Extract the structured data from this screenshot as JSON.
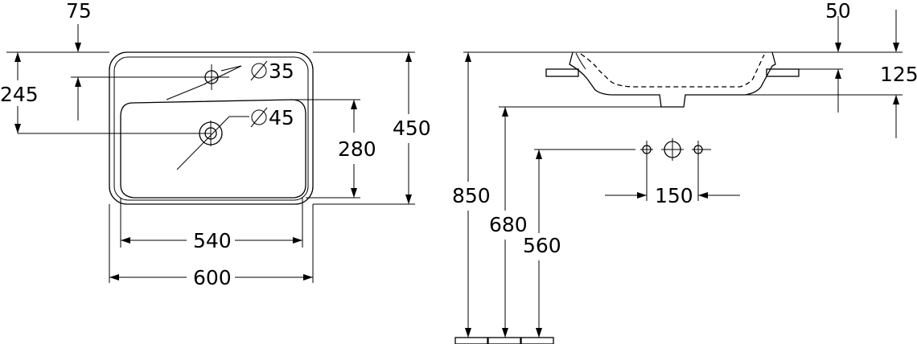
{
  "top_view": {
    "dim_tap_offset": "75",
    "dim_tap_depth": "245",
    "dim_tap_hole": "35",
    "dim_waste_hole": "45",
    "dim_bowl_depth": "280",
    "dim_overall_depth": "450",
    "dim_bowl_width": "540",
    "dim_overall_width": "600"
  },
  "side_view": {
    "dim_rim_thickness": "50",
    "dim_basin_height": "125",
    "dim_rim_height": "850",
    "dim_bottom_height": "680",
    "dim_fixing_height": "560",
    "dim_fixing_spacing": "150"
  }
}
